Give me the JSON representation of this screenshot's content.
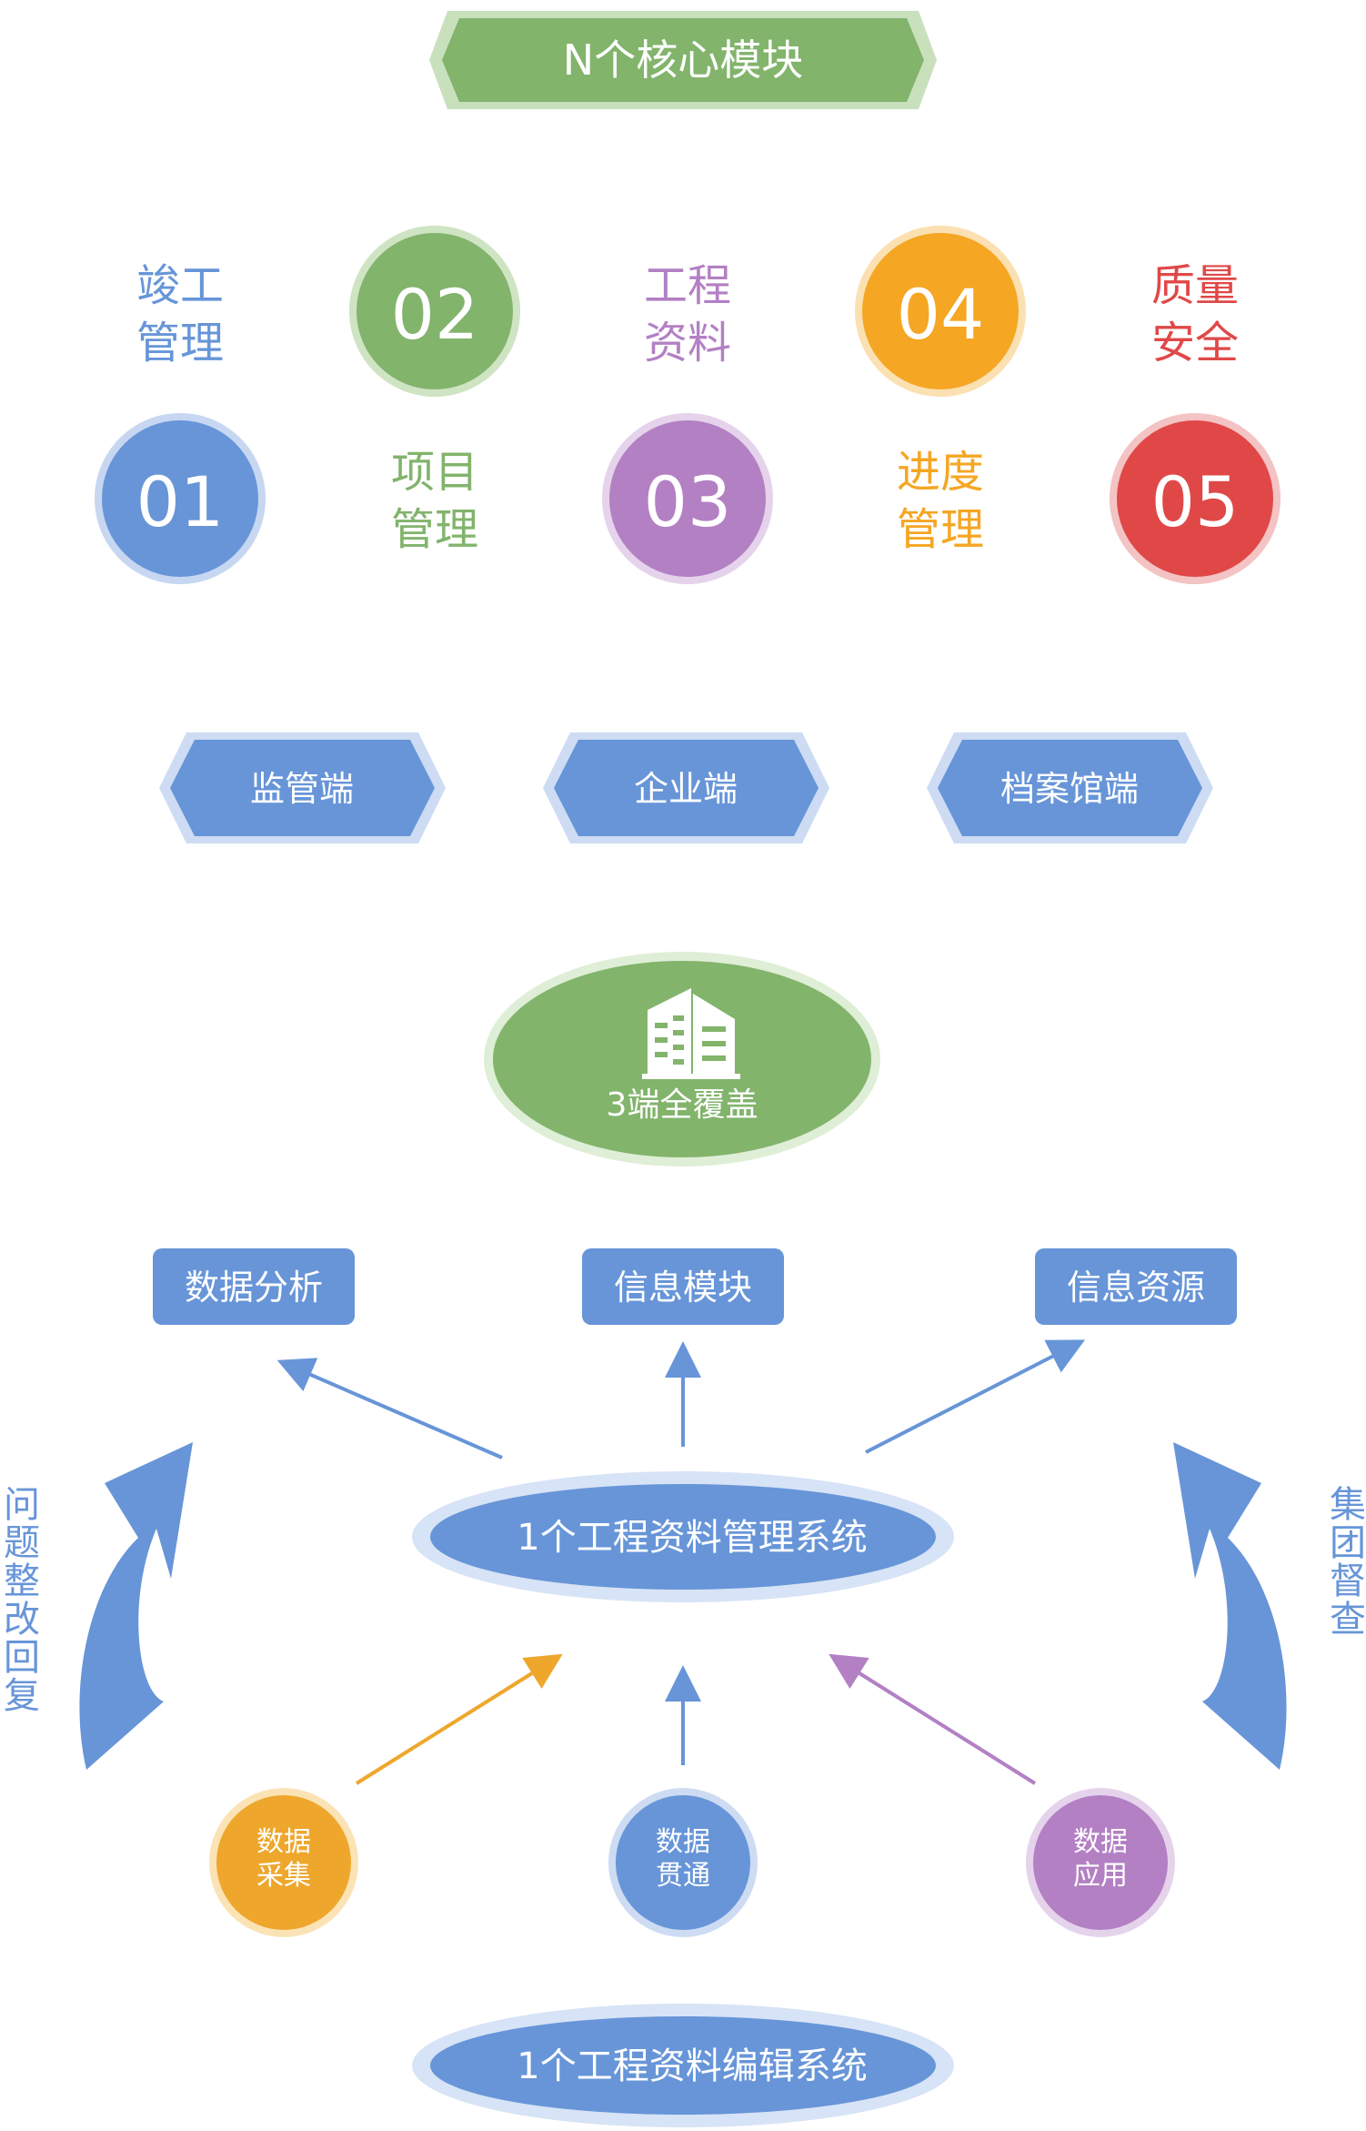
{
  "banner": {
    "label": "N个核心模块"
  },
  "modules": [
    {
      "number": "01",
      "line1": "竣工",
      "line2": "管理",
      "color": "#6795d8"
    },
    {
      "number": "02",
      "line1": "项目",
      "line2": "管理",
      "color": "#82b46c"
    },
    {
      "number": "03",
      "line1": "工程",
      "line2": "资料",
      "color": "#b380c4"
    },
    {
      "number": "04",
      "line1": "进度",
      "line2": "管理",
      "color": "#f5a623"
    },
    {
      "number": "05",
      "line1": "质量",
      "line2": "安全",
      "color": "#e04848"
    }
  ],
  "endpoints": [
    "监管端",
    "企业端",
    "档案馆端"
  ],
  "coverage": {
    "label": "3端全覆盖",
    "icon": "building-icon"
  },
  "top_boxes": [
    "数据分析",
    "信息模块",
    "信息资源"
  ],
  "core_system": {
    "label": "1个工程资料管理系统"
  },
  "side_labels": {
    "left": "问题整改回复",
    "right": "集团督查"
  },
  "data_nodes": [
    {
      "line1": "数据",
      "line2": "采集",
      "color": "#eea72c"
    },
    {
      "line1": "数据",
      "line2": "贯通",
      "color": "#6795d8"
    },
    {
      "line1": "数据",
      "line2": "应用",
      "color": "#b380c4"
    }
  ],
  "editor_system": {
    "label": "1个工程资料编辑系统"
  },
  "colors": {
    "blue": "#6795d8",
    "green": "#82b46c",
    "purple": "#b380c4",
    "orange": "#f5a623",
    "red": "#e04848"
  }
}
